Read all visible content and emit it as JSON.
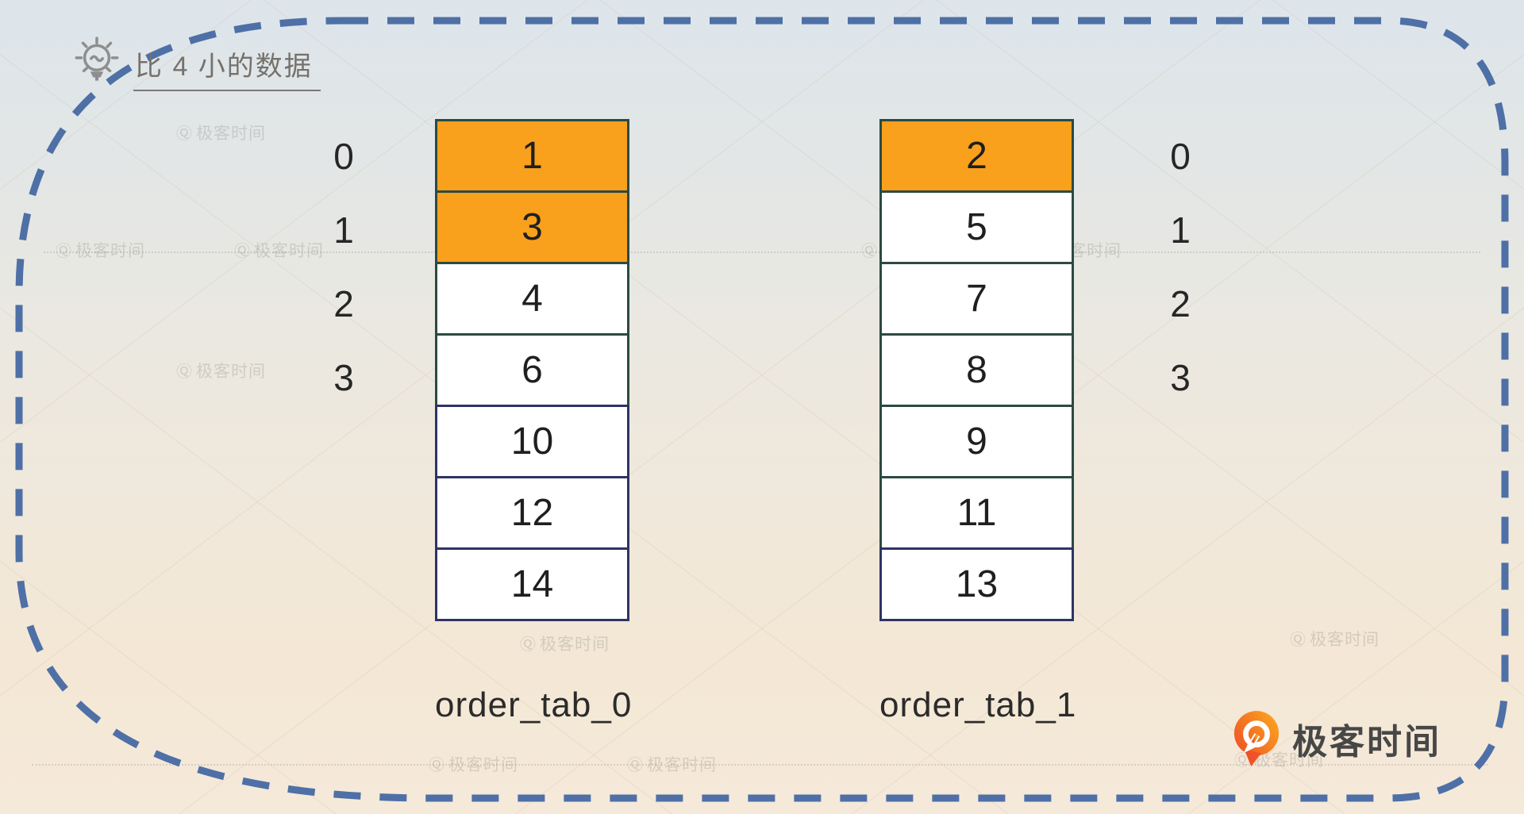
{
  "note": {
    "text": "比 4 小的数据"
  },
  "arrays": [
    {
      "name": "order_tab_0",
      "indices": [
        "0",
        "1",
        "2",
        "3"
      ],
      "cells": [
        {
          "value": "1",
          "cls": "cellbox hl bd-teal"
        },
        {
          "value": "3",
          "cls": "cellbox hl bd-teal"
        },
        {
          "value": "4",
          "cls": "cellbox bd-teal"
        },
        {
          "value": "6",
          "cls": "cellbox bd-teal"
        },
        {
          "value": "10",
          "cls": "cellbox bd-navy"
        },
        {
          "value": "12",
          "cls": "cellbox bd-navy"
        },
        {
          "value": "14",
          "cls": "cellbox bd-navy"
        }
      ]
    },
    {
      "name": "order_tab_1",
      "indices": [
        "0",
        "1",
        "2",
        "3"
      ],
      "cells": [
        {
          "value": "2",
          "cls": "cellbox hl bd-teal"
        },
        {
          "value": "5",
          "cls": "cellbox bd-teal"
        },
        {
          "value": "7",
          "cls": "cellbox bd-teal"
        },
        {
          "value": "8",
          "cls": "cellbox bd-teal"
        },
        {
          "value": "9",
          "cls": "cellbox bd-teal"
        },
        {
          "value": "11",
          "cls": "cellbox bd-teal"
        },
        {
          "value": "13",
          "cls": "cellbox bd-navy"
        }
      ]
    }
  ],
  "brand": {
    "name": "极客时间",
    "watermark_mark": "Ⓠ"
  },
  "colors": {
    "highlight_orange": "#F9A01C",
    "border_teal": "#2B4A43",
    "border_navy": "#2F3364",
    "frame_blue": "#4E70A6",
    "note_gray": "#76716b"
  }
}
